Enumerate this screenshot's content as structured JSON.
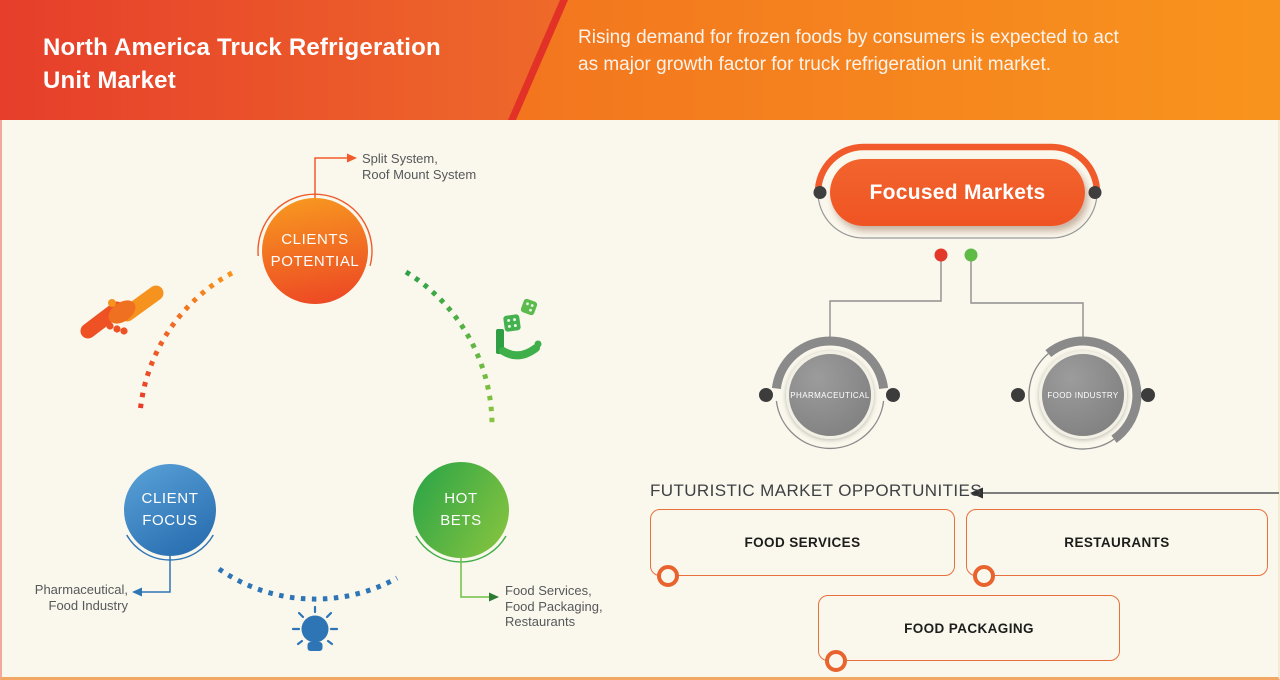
{
  "header": {
    "title": "North America Truck Refrigeration\nUnit Market",
    "subtitle": "Rising demand for frozen foods by consumers is expected to act\nas major growth factor for truck refrigeration unit market."
  },
  "venn": {
    "clients_potential": {
      "label": "CLIENTS\nPOTENTIAL",
      "callout": "Split System,\nRoof Mount System"
    },
    "client_focus": {
      "label": "CLIENT\nFOCUS",
      "callout": "Pharmaceutical,\nFood Industry"
    },
    "hot_bets": {
      "label": "HOT\nBETS",
      "callout": "Food Services,\nFood Packaging,\nRestaurants"
    }
  },
  "focused_markets": {
    "title": "Focused Markets",
    "nodes": [
      "PHARMACEUTICAL",
      "FOOD INDUSTRY"
    ]
  },
  "opportunities": {
    "heading": "FUTURISTIC MARKET OPPORTUNITIES",
    "items": [
      "FOOD SERVICES",
      "RESTAURANTS",
      "FOOD PACKAGING"
    ]
  },
  "icons": {
    "handshake": "handshake-icon",
    "dice_in_hand": "dice-in-hand-icon",
    "lightbulb": "lightbulb-icon"
  },
  "colors": {
    "header_red": "#e63e2b",
    "header_orange": "#f8941d",
    "accent_orange": "#f15b2b",
    "accent_blue": "#2e75b5",
    "accent_green": "#3fae49",
    "node_gray": "#8a8a8a",
    "background_cream": "#faf7ec",
    "dot_red": "#e2392b",
    "dot_green": "#5fba46"
  }
}
